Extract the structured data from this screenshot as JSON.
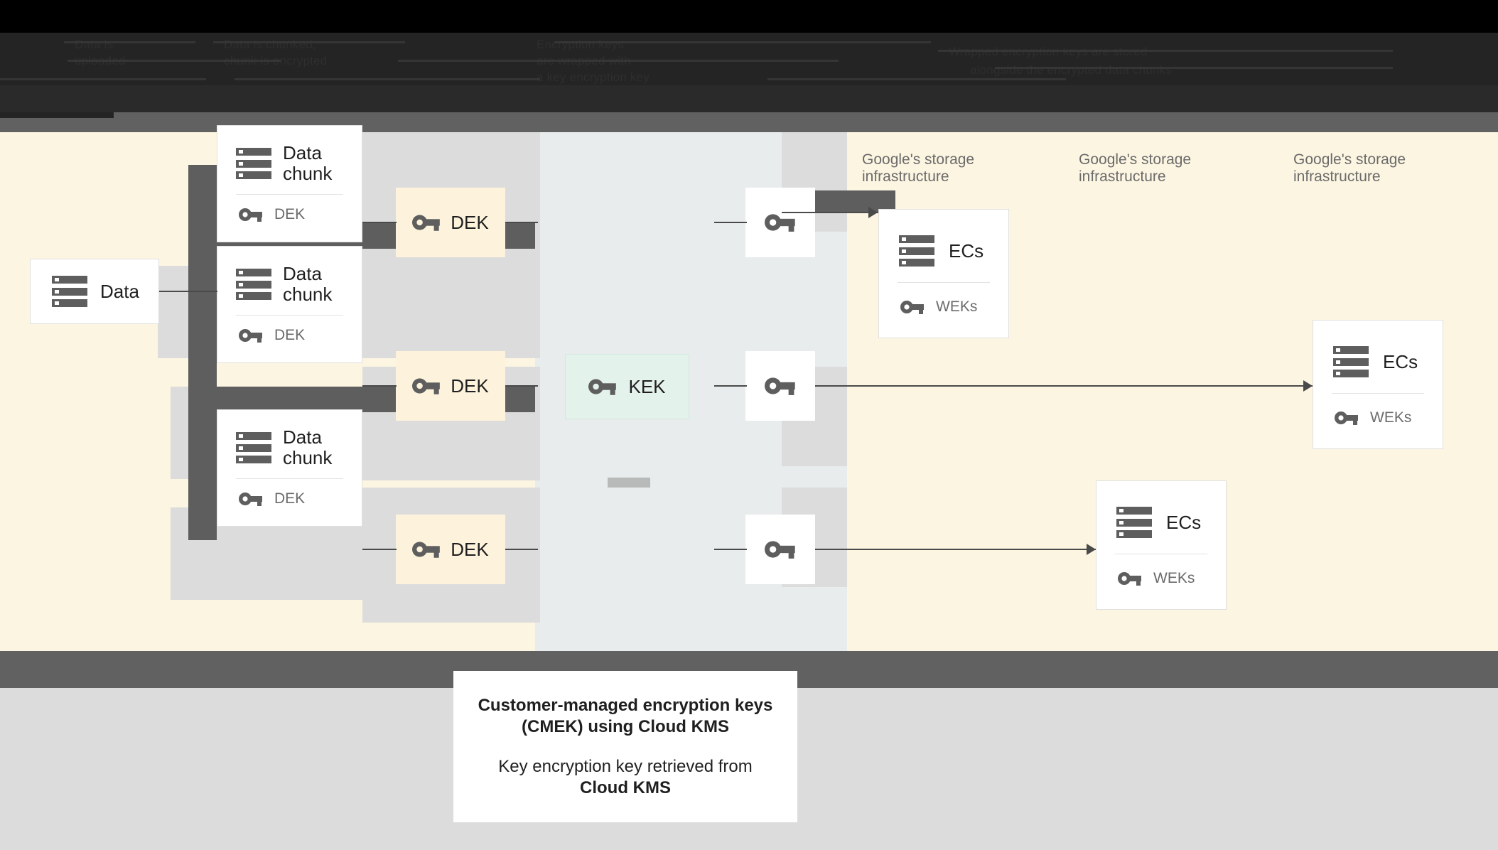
{
  "banner": {
    "obscured": true,
    "fragments": [
      "Data is",
      "uploaded",
      "Data is chunked,",
      "chunk is encrypted",
      "Encryption keys",
      "are wrapped with",
      "a key encryption key",
      "Wrapped encryption keys are stored",
      "alongside the encrypted data chunks"
    ]
  },
  "stage": {
    "source_card": {
      "title": "Data",
      "icon": "server-stack-icon"
    },
    "chunk_cards": [
      {
        "title": "Data\nchunk",
        "key_label": "DEK",
        "icon": "server-stack-icon",
        "key_icon": "key-icon"
      },
      {
        "title": "Data\nchunk",
        "key_label": "DEK",
        "icon": "server-stack-icon",
        "key_icon": "key-icon"
      },
      {
        "title": "Data\nchunk",
        "key_label": "DEK",
        "icon": "server-stack-icon",
        "key_icon": "key-icon"
      }
    ],
    "dek_boxes": [
      {
        "label": "DEK",
        "icon": "key-icon",
        "color": "#FDF3DC"
      },
      {
        "label": "DEK",
        "icon": "key-icon",
        "color": "#FDF3DC"
      },
      {
        "label": "DEK",
        "icon": "key-icon",
        "color": "#FDF3DC"
      }
    ],
    "kek_box": {
      "label": "KEK",
      "icon": "key-icon",
      "color": "#E3F2EA"
    },
    "key_tiles": [
      {
        "icon": "key-icon"
      },
      {
        "icon": "key-icon"
      },
      {
        "icon": "key-icon"
      }
    ],
    "infra_labels": [
      "Google's storage\ninfrastructure",
      "Google's storage\ninfrastructure",
      "Google's storage\ninfrastructure"
    ],
    "ecs_cards": [
      {
        "title": "ECs",
        "key_label": "WEKs",
        "icon": "server-stack-icon",
        "key_icon": "key-icon"
      },
      {
        "title": "ECs",
        "key_label": "WEKs",
        "icon": "server-stack-icon",
        "key_icon": "key-icon"
      },
      {
        "title": "ECs",
        "key_label": "WEKs",
        "icon": "server-stack-icon",
        "key_icon": "key-icon"
      }
    ]
  },
  "caption": {
    "line1": "Customer-managed encryption keys",
    "line2": "(CMEK) using Cloud KMS",
    "line3": "Key encryption key retrieved from",
    "line4": "Cloud KMS"
  },
  "colors": {
    "cream": "#FCF5E1",
    "gray_blue": "#E8ECEC",
    "dark_bar": "#5E5E5E",
    "footer_gray": "#DCDCDC",
    "dek_yellow": "#FDF3DC",
    "kek_green": "#E3F2EA",
    "icon_gray": "#5E5E5E",
    "banner_black": "#242424"
  }
}
